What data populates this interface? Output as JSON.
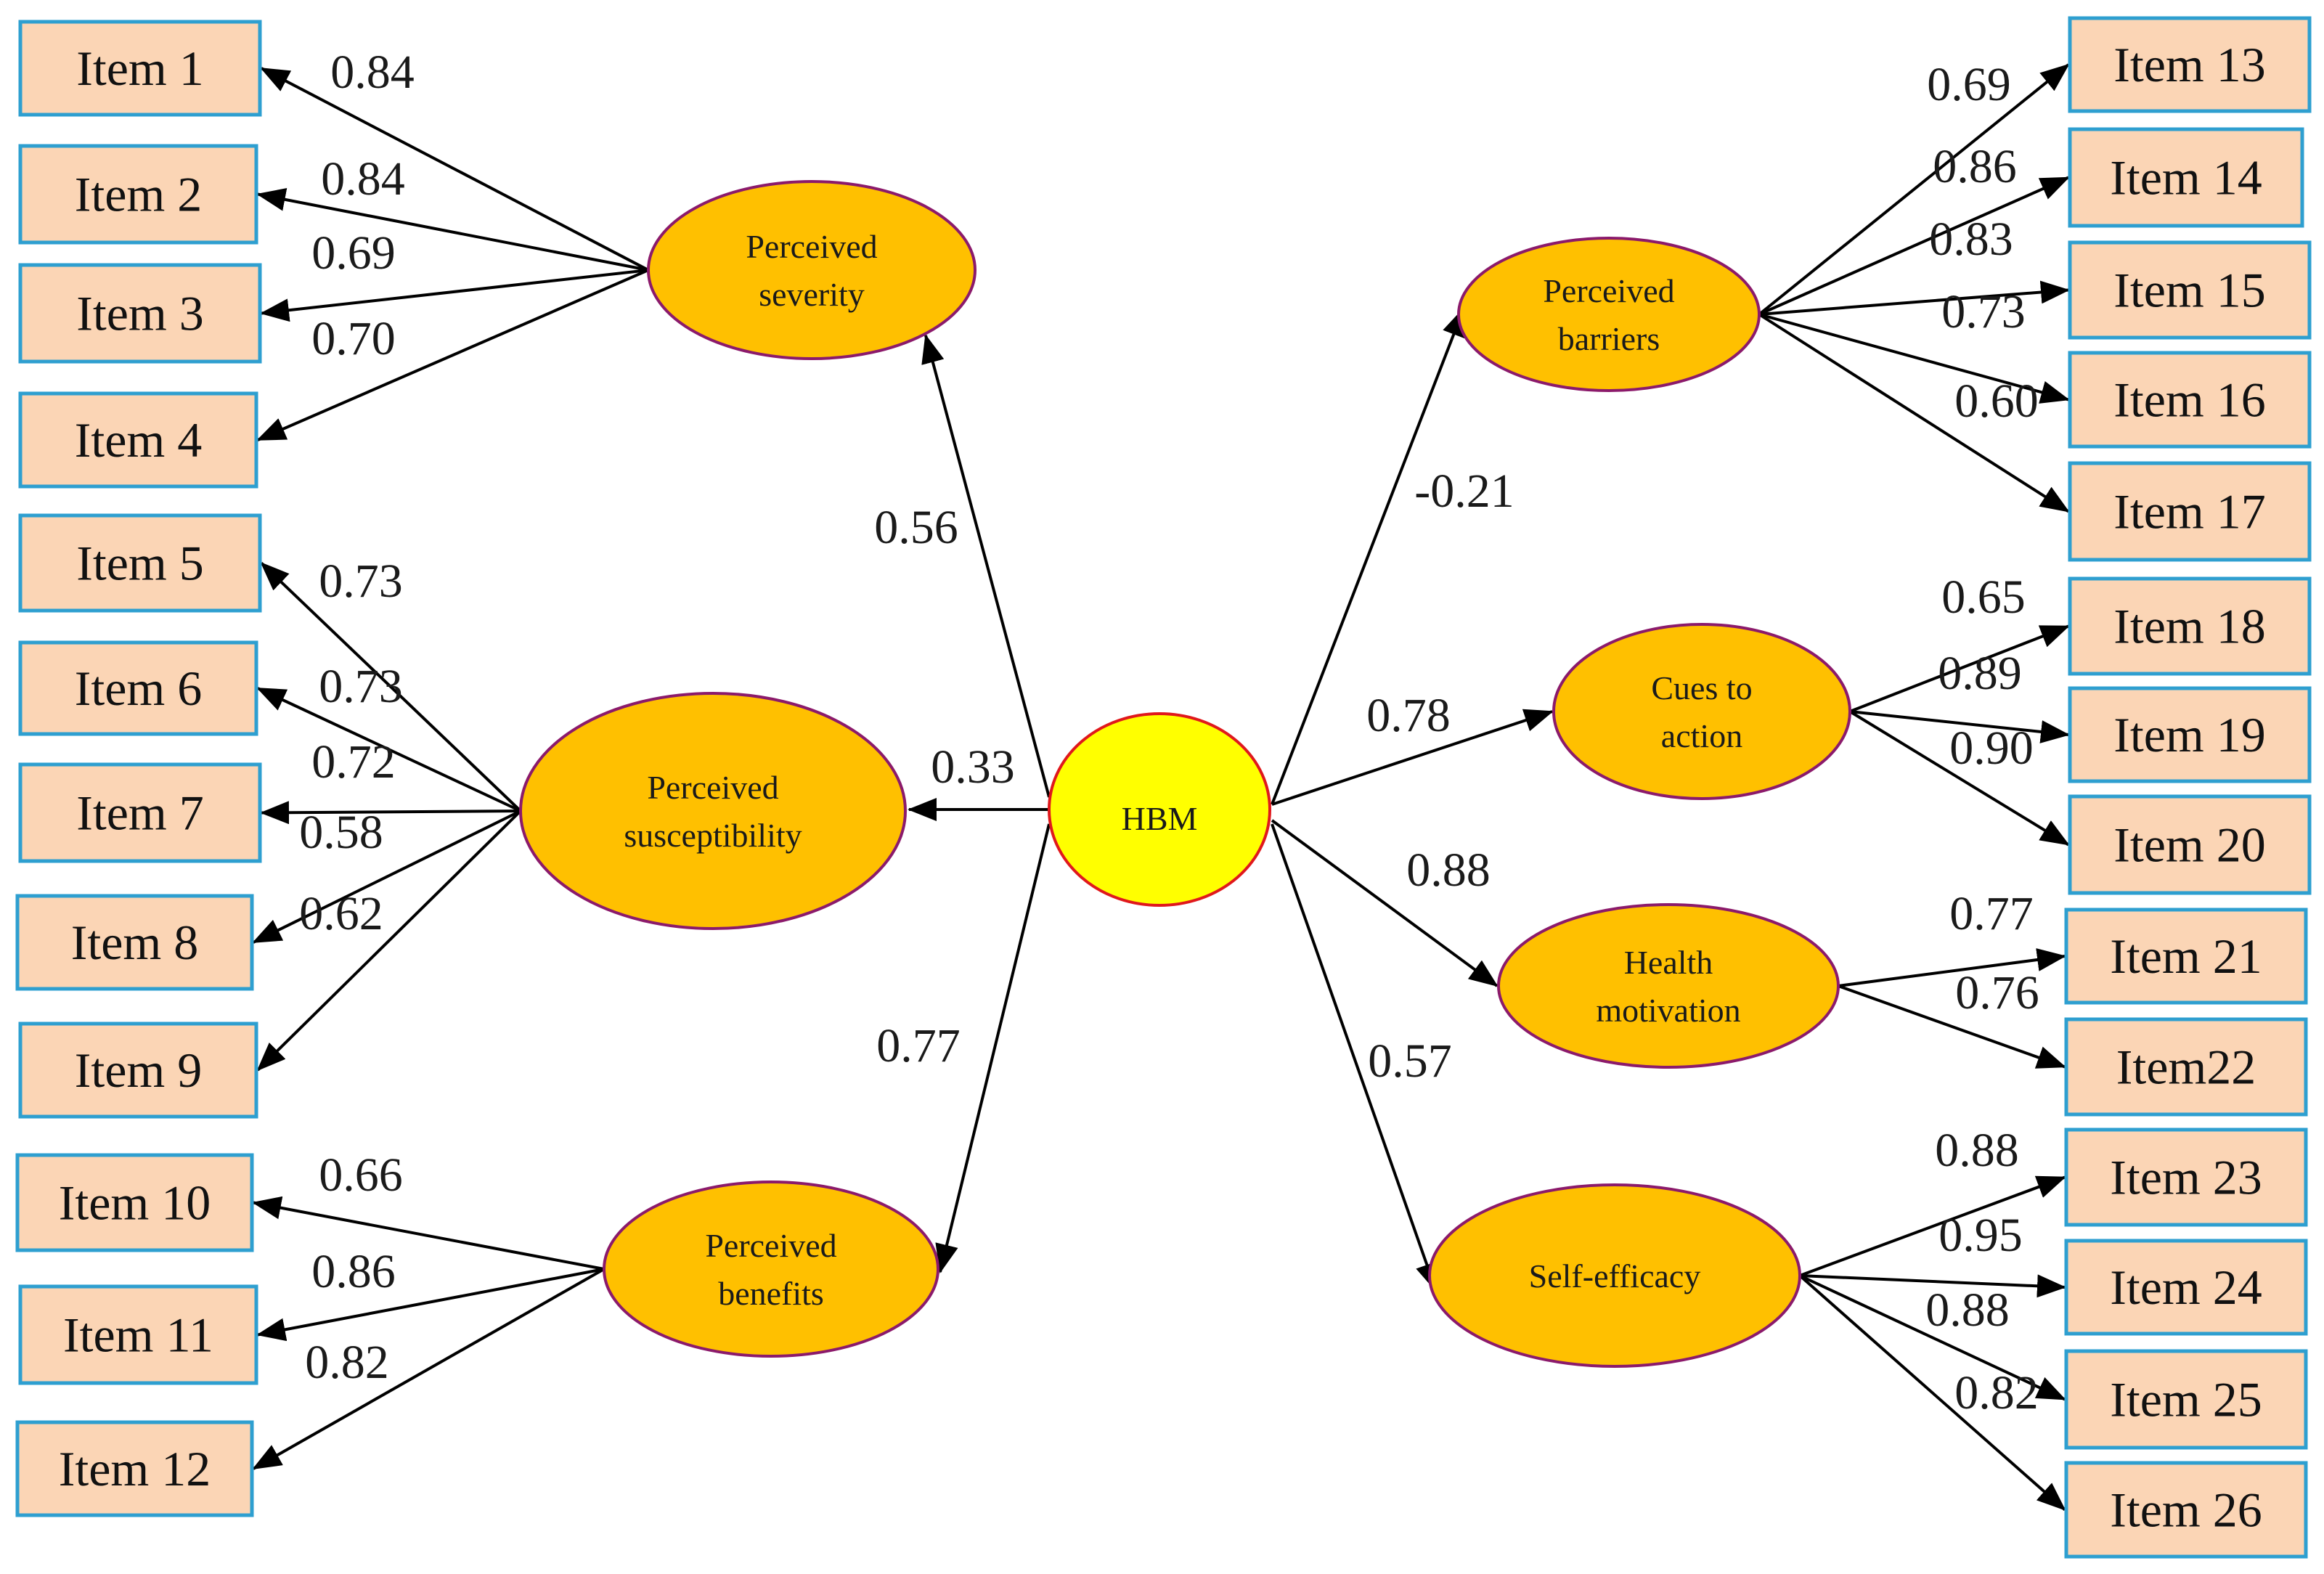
{
  "colors": {
    "item_fill": "#fbd5b5",
    "item_border": "#2e9fd0",
    "construct_fill": "#ffc000",
    "construct_border": "#8b1a6b",
    "center_fill": "#ffff00",
    "center_border": "#e0181c"
  },
  "center": {
    "label": "HBM"
  },
  "constructs": [
    {
      "id": "severity",
      "lines": [
        "Perceived",
        "severity"
      ],
      "path_coefficient": "0.56"
    },
    {
      "id": "susceptibility",
      "lines": [
        "Perceived",
        "susceptibility"
      ],
      "path_coefficient": "0.33"
    },
    {
      "id": "benefits",
      "lines": [
        "Perceived",
        "benefits"
      ],
      "path_coefficient": "0.77"
    },
    {
      "id": "barriers",
      "lines": [
        "Perceived",
        "barriers"
      ],
      "path_coefficient": "-0.21"
    },
    {
      "id": "cues",
      "lines": [
        "Cues to",
        "action"
      ],
      "path_coefficient": "0.78"
    },
    {
      "id": "motivation",
      "lines": [
        "Health",
        "motivation"
      ],
      "path_coefficient": "0.88"
    },
    {
      "id": "efficacy",
      "lines": [
        "Self-efficacy"
      ],
      "path_coefficient": "0.57"
    }
  ],
  "items": [
    {
      "label": "Item 1",
      "construct": "severity",
      "loading": "0.84"
    },
    {
      "label": "Item 2",
      "construct": "severity",
      "loading": "0.84"
    },
    {
      "label": "Item 3",
      "construct": "severity",
      "loading": "0.69"
    },
    {
      "label": "Item 4",
      "construct": "severity",
      "loading": "0.70"
    },
    {
      "label": "Item 5",
      "construct": "susceptibility",
      "loading": "0.73"
    },
    {
      "label": "Item 6",
      "construct": "susceptibility",
      "loading": "0.73"
    },
    {
      "label": "Item 7",
      "construct": "susceptibility",
      "loading": "0.72"
    },
    {
      "label": "Item 8",
      "construct": "susceptibility",
      "loading": "0.58"
    },
    {
      "label": "Item 9",
      "construct": "susceptibility",
      "loading": "0.62"
    },
    {
      "label": "Item 10",
      "construct": "benefits",
      "loading": "0.66"
    },
    {
      "label": "Item 11",
      "construct": "benefits",
      "loading": "0.86"
    },
    {
      "label": "Item 12",
      "construct": "benefits",
      "loading": "0.82"
    },
    {
      "label": "Item 13",
      "construct": "barriers",
      "loading": "0.69"
    },
    {
      "label": "Item 14",
      "construct": "barriers",
      "loading": "0.86"
    },
    {
      "label": "Item 15",
      "construct": "barriers",
      "loading": "0.83"
    },
    {
      "label": "Item 16",
      "construct": "barriers",
      "loading": "0.73"
    },
    {
      "label": "Item 17",
      "construct": "barriers",
      "loading": "0.60"
    },
    {
      "label": "Item 18",
      "construct": "cues",
      "loading": "0.65"
    },
    {
      "label": "Item 19",
      "construct": "cues",
      "loading": "0.89"
    },
    {
      "label": "Item 20",
      "construct": "cues",
      "loading": "0.90"
    },
    {
      "label": "Item 21",
      "construct": "motivation",
      "loading": "0.77"
    },
    {
      "label": "Item22",
      "construct": "motivation",
      "loading": "0.76"
    },
    {
      "label": "Item 23",
      "construct": "efficacy",
      "loading": "0.88"
    },
    {
      "label": "Item 24",
      "construct": "efficacy",
      "loading": "0.95"
    },
    {
      "label": "Item 25",
      "construct": "efficacy",
      "loading": "0.88"
    },
    {
      "label": "Item 26",
      "construct": "efficacy",
      "loading": "0.82"
    }
  ]
}
